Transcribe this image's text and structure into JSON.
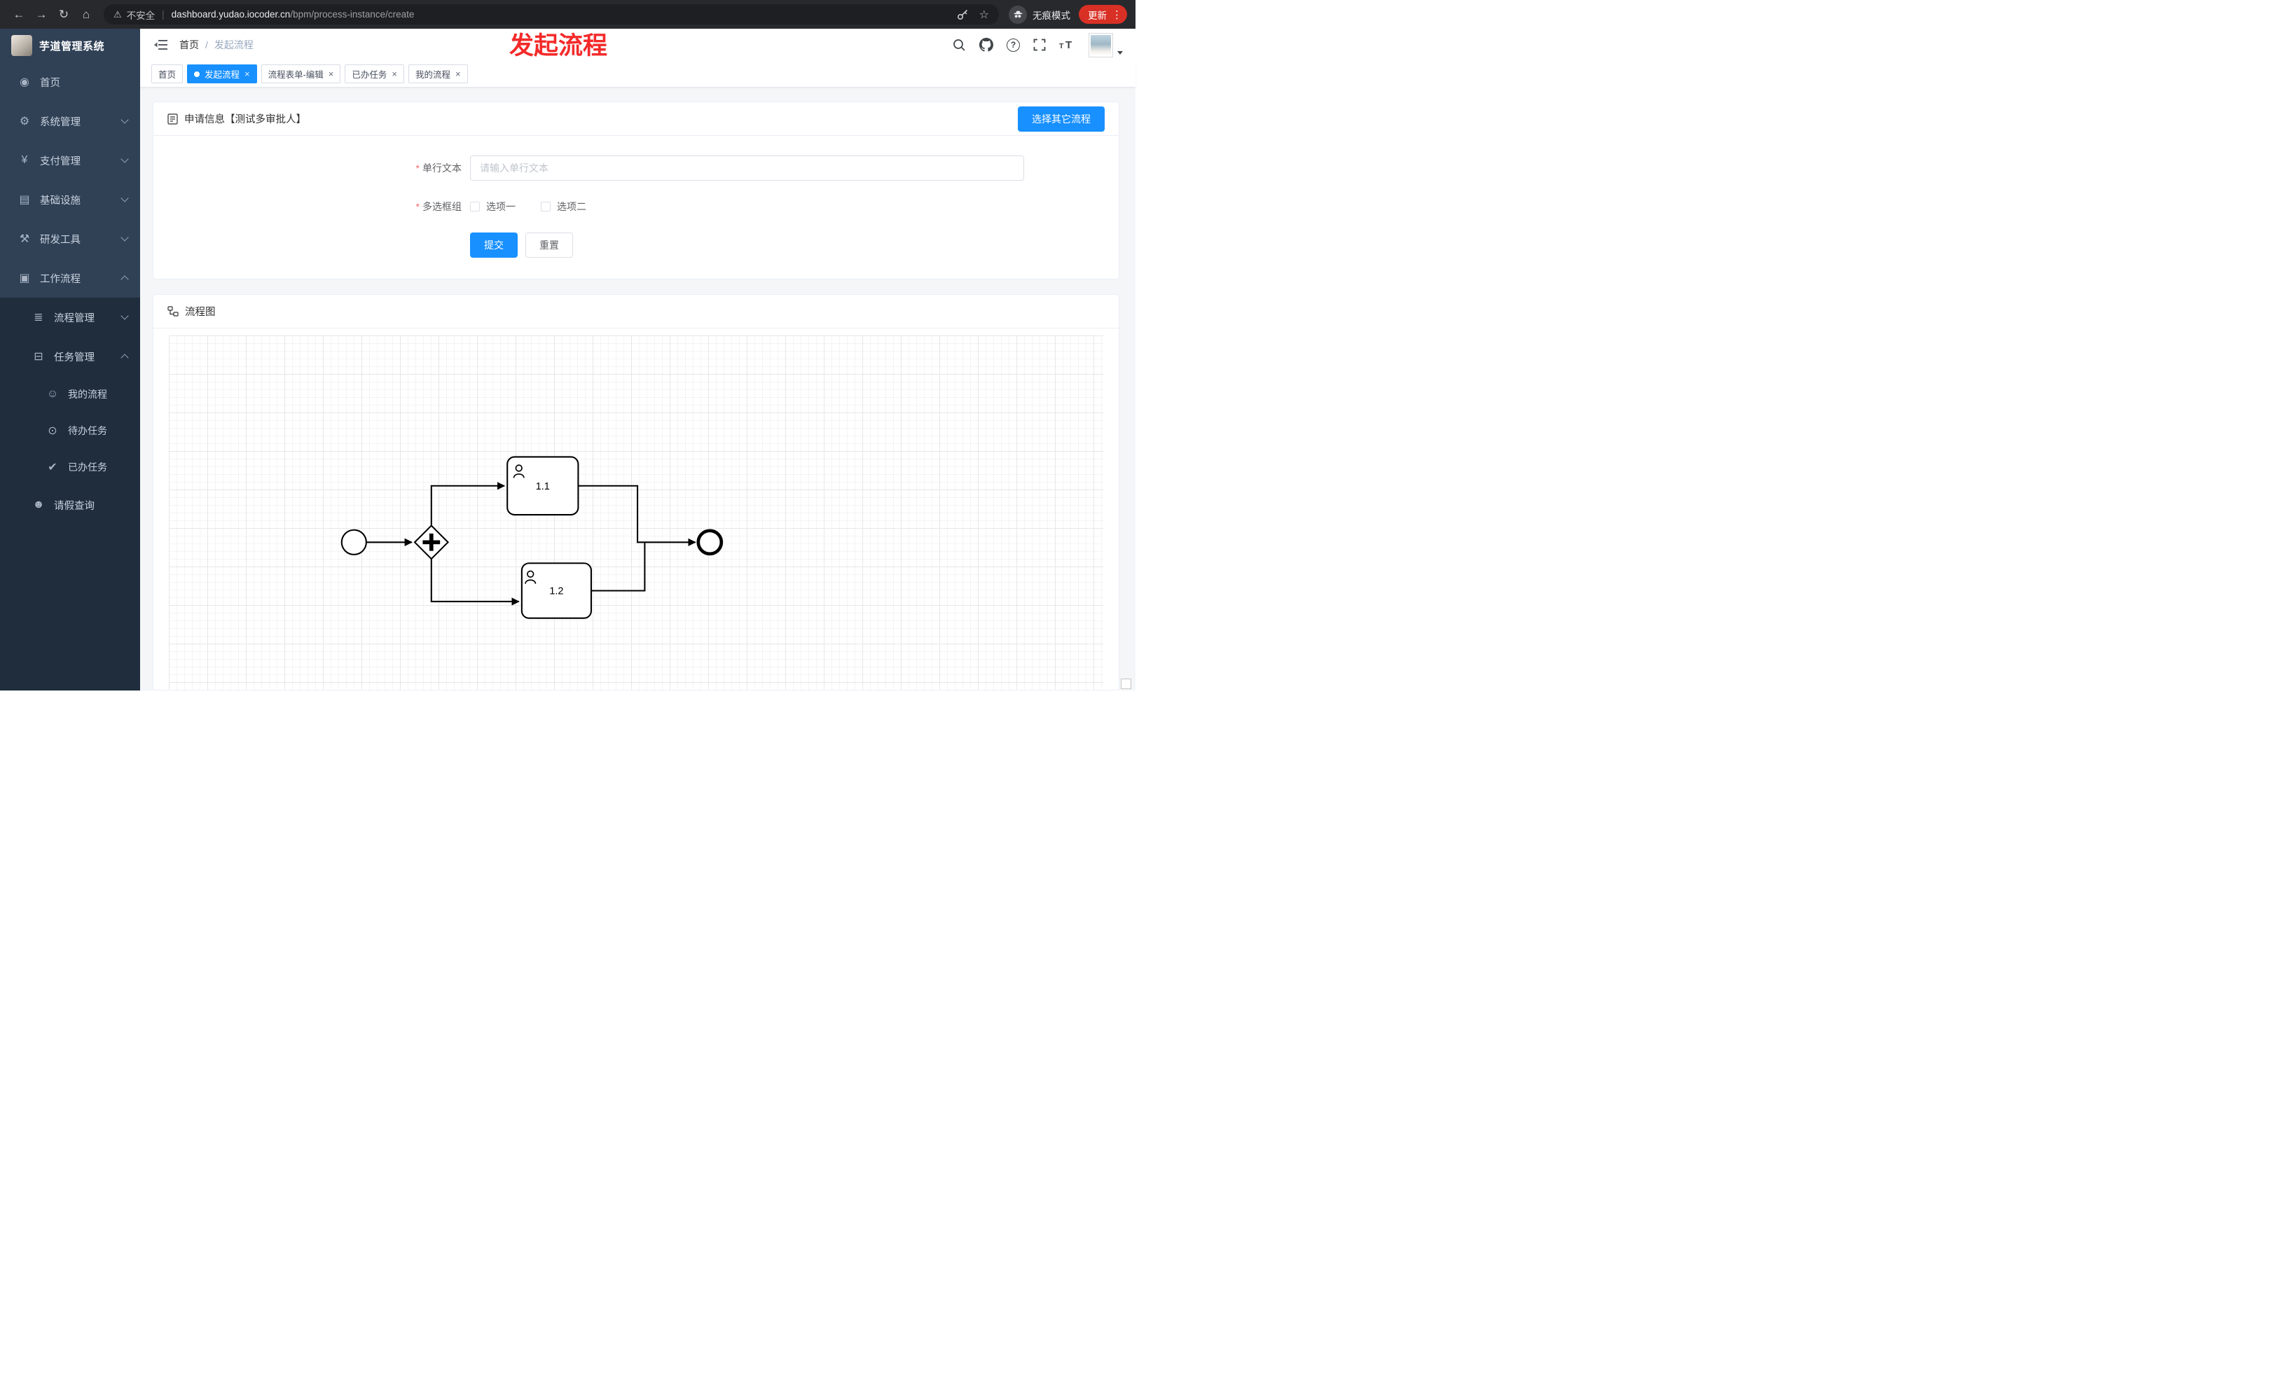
{
  "browser": {
    "security": "不安全",
    "url_host": "dashboard.yudao.iocoder.cn",
    "url_path": "/bpm/process-instance/create",
    "incognito": "无痕模式",
    "update": "更新"
  },
  "sidebar": {
    "title": "芋道管理系统",
    "items": [
      {
        "label": "首页"
      },
      {
        "label": "系统管理"
      },
      {
        "label": "支付管理"
      },
      {
        "label": "基础设施"
      },
      {
        "label": "研发工具"
      },
      {
        "label": "工作流程"
      },
      {
        "label": "流程管理"
      },
      {
        "label": "任务管理"
      },
      {
        "label": "我的流程"
      },
      {
        "label": "待办任务"
      },
      {
        "label": "已办任务"
      },
      {
        "label": "请假查询"
      }
    ]
  },
  "header": {
    "breadcrumb_home": "首页",
    "breadcrumb_separator": "/",
    "breadcrumb_current": "发起流程"
  },
  "annotation": "发起流程",
  "tabs": [
    {
      "label": "首页",
      "active": false,
      "closable": false
    },
    {
      "label": "发起流程",
      "active": true,
      "closable": true
    },
    {
      "label": "流程表单-编辑",
      "active": false,
      "closable": true
    },
    {
      "label": "已办任务",
      "active": false,
      "closable": true
    },
    {
      "label": "我的流程",
      "active": false,
      "closable": true
    }
  ],
  "form_card": {
    "title": "申请信息【测试多审批人】",
    "select_other_flow": "选择其它流程",
    "required_mark": "*",
    "text_field": {
      "label": "单行文本",
      "placeholder": "请输入单行文本",
      "value": ""
    },
    "checkbox_group": {
      "label": "多选框组",
      "options": [
        {
          "label": "选项一",
          "checked": false
        },
        {
          "label": "选项二",
          "checked": false
        }
      ]
    },
    "submit": "提交",
    "reset": "重置"
  },
  "diagram_card": {
    "title": "流程图",
    "task1": "1.1",
    "task2": "1.2"
  },
  "colors": {
    "primary": "#1890ff",
    "annotation_red": "#f42a2a",
    "sidebar_bg": "#304156",
    "sidebar_submenu_bg": "#1f2d3d",
    "active_tab": "#1890ff"
  }
}
